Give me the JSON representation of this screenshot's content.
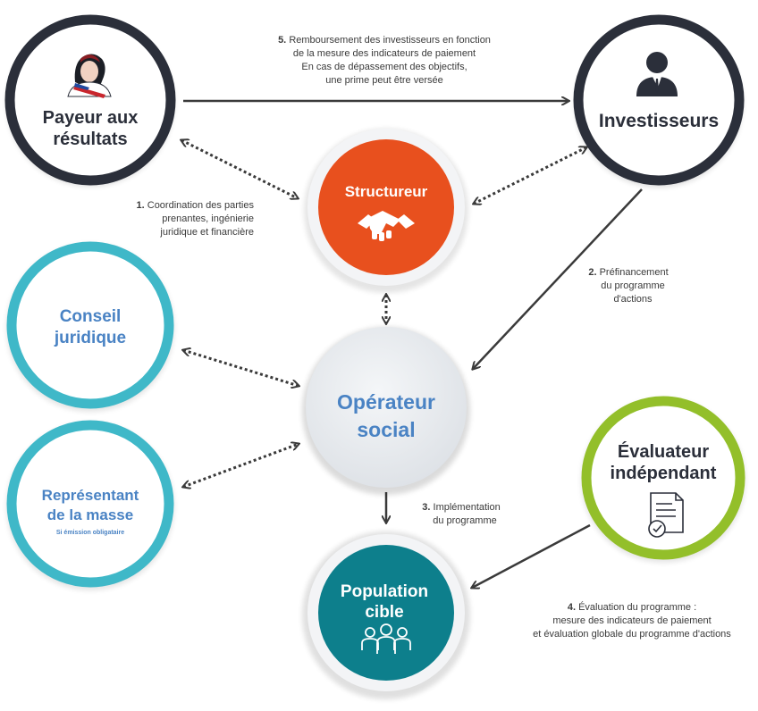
{
  "nodes": {
    "payeur": {
      "line1": "Payeur aux",
      "line2": "résultats"
    },
    "investisseurs": {
      "line1": "Investisseurs"
    },
    "structureur": {
      "line1": "Structureur"
    },
    "conseil": {
      "line1": "Conseil",
      "line2": "juridique"
    },
    "operateur": {
      "line1": "Opérateur",
      "line2": "social"
    },
    "representant": {
      "line1": "Représentant",
      "line2": "de la masse",
      "note": "Si émission obligataire"
    },
    "evaluateur": {
      "line1": "Évaluateur",
      "line2": "indépendant"
    },
    "population": {
      "line1": "Population",
      "line2": "cible"
    }
  },
  "edges": {
    "e5": {
      "number": "5.",
      "line1": "Remboursement des investisseurs en fonction",
      "line2": "de la mesure des indicateurs de paiement",
      "line3": "En cas de dépassement des objectifs,",
      "line4": "une prime peut être versée"
    },
    "e1": {
      "number": "1.",
      "line1": "Coordination des parties",
      "line2": "prenantes, ingénierie",
      "line3": "juridique et financière"
    },
    "e2": {
      "number": "2.",
      "line1": "Préfinancement",
      "line2": "du programme",
      "line3": "d'actions"
    },
    "e3": {
      "number": "3.",
      "line1": "Implémentation",
      "line2": "du programme"
    },
    "e4": {
      "number": "4.",
      "line1": "Évaluation du programme :",
      "line2": "mesure des indicateurs de paiement",
      "line3": "et évaluation globale du programme d'actions"
    }
  },
  "colors": {
    "dark_ring": "#2b2f3a",
    "structureur_fill": "#e8501e",
    "teal_ring": "#3fb8c8",
    "blue_text": "#4a83c4",
    "population_fill": "#0d7f8c",
    "green_ring": "#93bf2a",
    "operateur_fill": "#e9ecef",
    "arrow": "#3a3a3a"
  }
}
